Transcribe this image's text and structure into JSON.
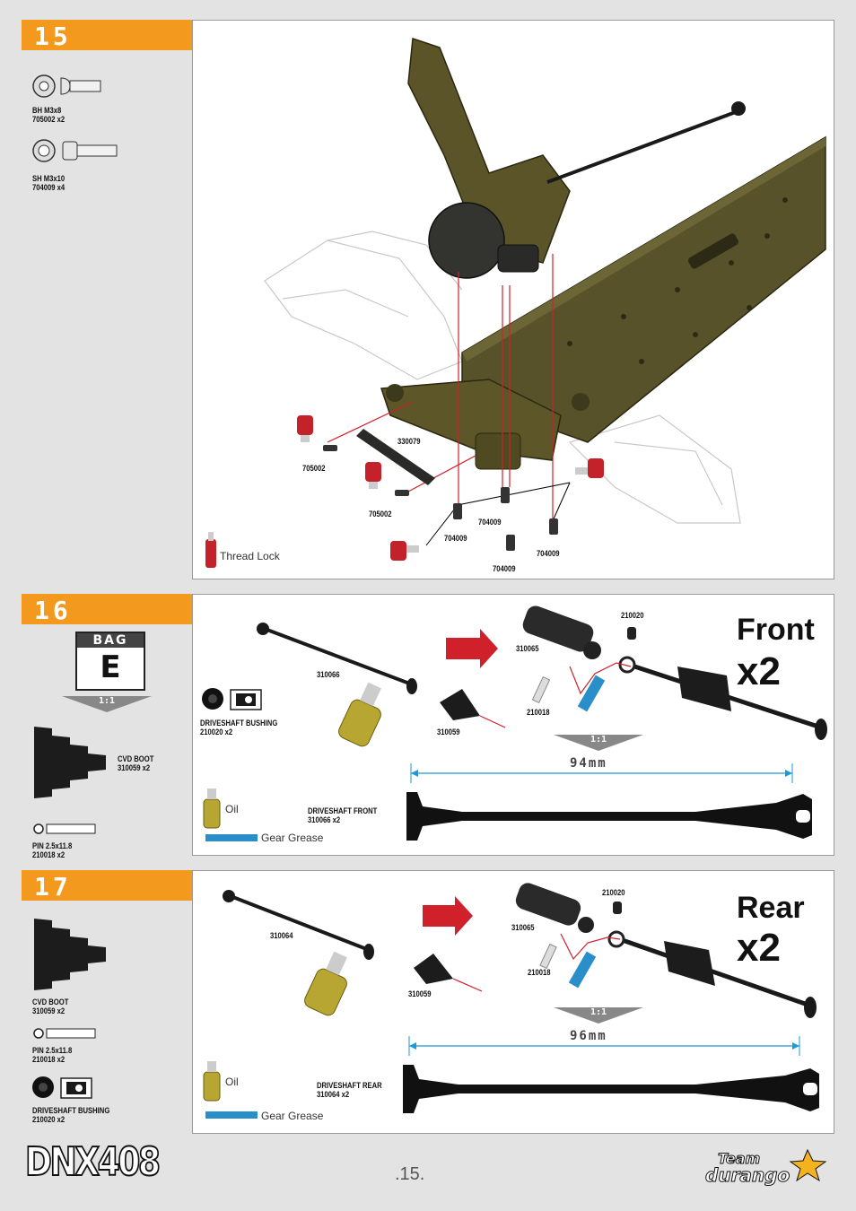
{
  "steps": [
    {
      "number": "15"
    },
    {
      "number": "16"
    },
    {
      "number": "17"
    }
  ],
  "step15": {
    "parts": [
      {
        "line1": "BH  M3x8",
        "line2": "705002  x2"
      },
      {
        "line1": "SH  M3x10",
        "line2": "704009 x4"
      }
    ],
    "callouts": [
      "330079",
      "705002",
      "705002",
      "704009",
      "704009",
      "704009",
      "704009"
    ],
    "legend": "Thread Lock"
  },
  "step16": {
    "bag_label": "BAG",
    "bag_letter": "E",
    "bag_scale": "1:1",
    "parts": [
      {
        "line1": "CVD BOOT",
        "line2": "310059  x2"
      },
      {
        "line1": "PIN  2.5x11.8",
        "line2": "210018 x2"
      }
    ],
    "bushing": {
      "line1": "DRIVESHAFT BUSHING",
      "line2": "210020  x2"
    },
    "callouts": {
      "shaft": "310066",
      "boot": "310059",
      "axle": "310065",
      "bushing": "210020",
      "pin": "210018"
    },
    "title": "Front",
    "qty": "x2",
    "scale": "1:1",
    "length": "94mm",
    "shaft_label": {
      "line1": "DRIVESHAFT FRONT",
      "line2": "310066  x2"
    },
    "oil": "Oil",
    "grease": "Gear Grease"
  },
  "step17": {
    "parts": [
      {
        "line1": "CVD BOOT",
        "line2": "310059  x2"
      },
      {
        "line1": "PIN  2.5x11.8",
        "line2": "210018  x2"
      }
    ],
    "bushing": {
      "line1": "DRIVESHAFT BUSHING",
      "line2": "210020  x2"
    },
    "callouts": {
      "shaft": "310064",
      "boot": "310059",
      "axle": "310065",
      "bushing": "210020",
      "pin": "210018"
    },
    "title": "Rear",
    "qty": "x2",
    "scale": "1:1",
    "length": "96mm",
    "shaft_label": {
      "line1": "DRIVESHAFT REAR",
      "line2": "310064  x2"
    },
    "oil": "Oil",
    "grease": "Gear Grease"
  },
  "footer": {
    "model": "DNX408",
    "page": ".15.",
    "brand_line1": "Team",
    "brand_line2": "durango"
  },
  "colors": {
    "accent": "#f39a1e",
    "chassis": "#4f4a22",
    "arrow": "#d0202a",
    "dimension": "#1a9ad6"
  }
}
